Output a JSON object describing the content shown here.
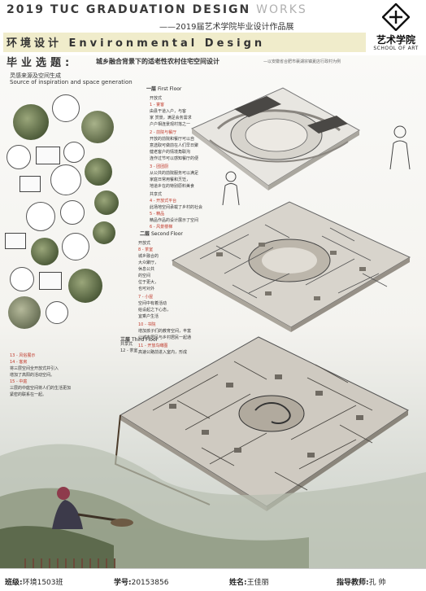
{
  "header": {
    "brand_left": "2019 TUC GRADUATION DESIGN",
    "brand_right": "WORKS",
    "subtitle": "——2019届艺术学院毕业设计作品展",
    "discipline": "环境设计   Environmental   Design",
    "topic_label": "毕业选题:",
    "topic_text": "城乡融合背景下的适老性农村住宅空间设计",
    "topic_sub": "—以安徽省合肥市襄湖宗镇夏店行政村为例"
  },
  "logo": {
    "cn": "艺术学院",
    "en": "SCHOOL OF ART"
  },
  "section": {
    "title": "灵感来源及空间生成",
    "subtitle": "Source of inspiration and space generation"
  },
  "floors": {
    "first": {
      "label_cn": "一层",
      "label_en": "First Floor",
      "notes": [
        "开放式",
        "1 - 宴客",
        "由县干道入户，与客",
        "家 赏景，满足会务需求",
        "户户相连景观村落之一",
        "2 - 前院与餐厅",
        "开放的前院和餐厅可以自",
        "意选取可做前在人们早日聚",
        "健老客户的情境角联沟",
        "连作过节可以感知餐厅的便",
        "3 - 团团厨",
        "从公共的前院服务可以满足",
        "家庭日常用餐和烹饪，",
        "地道乡在的特别原料美食",
        "共享式",
        "4 - 开放式平台",
        "此场地空间承载了乡村的社会",
        "5 - 精品",
        "精品作品的设计展示了空间",
        "6 - 风景楼梯"
      ]
    },
    "second": {
      "label_cn": "二层",
      "label_en": "Second Floor",
      "notes": [
        "开放式",
        "8 - 茶室",
        "城乡融合的",
        "大众聚厅，",
        "休息公共",
        "的空间",
        "位于更大，",
        "也可对外",
        "7 - 小屋",
        "空间中有着活动",
        "给设起之下心态，",
        "宜乘户生活",
        "10 - 书院",
        "增加孩子们的教育空间，丰富",
        "让城市居民与乡村居民一起通",
        "11 - 开放鸟瞰图",
        "高速公路前进入室内，形成"
      ]
    },
    "third": {
      "label_cn": "三层",
      "label_en": "Third Floor",
      "notes": [
        "共享式",
        "12 - 茶室",
        "13 - 风俗展示",
        "14 - 客房",
        "将三层空间全开放式并引入",
        "增加了高阳的活动空间。",
        "15 - 中庭",
        "三层的中庭空间将人们的生活更加",
        "紧密的联系在一起。"
      ]
    }
  },
  "footer": {
    "class_label": "班级:",
    "class_value": "环境1503班",
    "id_label": "学号:",
    "id_value": "20153856",
    "name_label": "姓名:",
    "name_value": "王佳丽",
    "advisor_label": "指导教师:",
    "advisor_value": "孔  帅"
  },
  "colors": {
    "title_bar": "#f0eccb",
    "accent_red": "#c0392b",
    "ink": "#333333"
  }
}
